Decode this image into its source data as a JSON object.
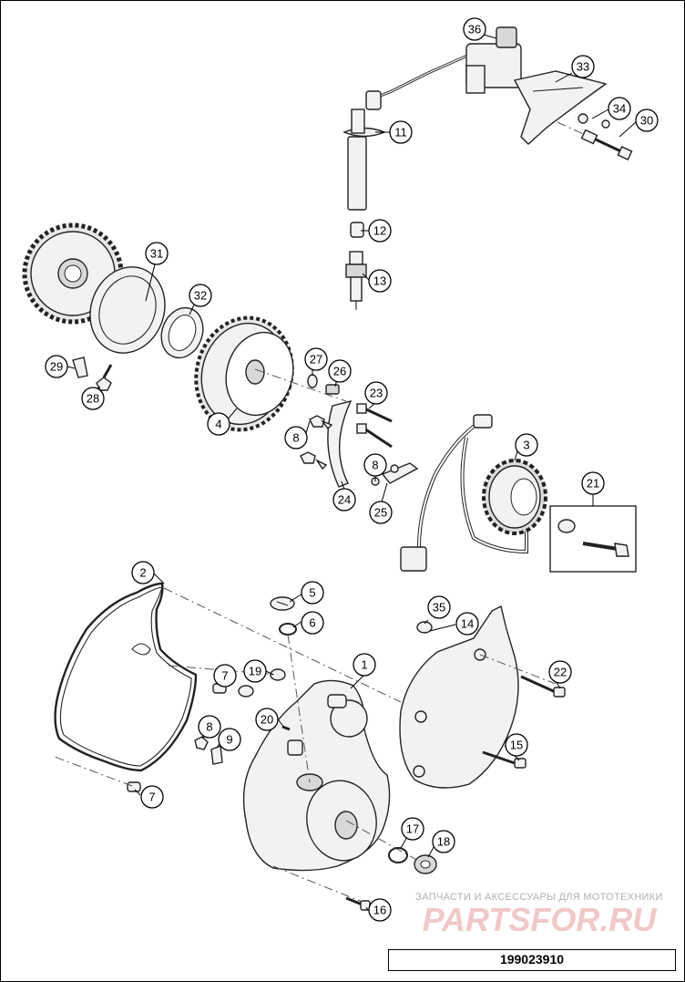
{
  "drawing_number": "199023910",
  "watermark": {
    "caption": "ЗАПЧАСТИ И АКСЕССУАРЫ ДЛЯ МОТОТЕХНИКИ",
    "logo": "PARTSFOR.RU"
  },
  "callouts": [
    {
      "id": "p36",
      "label": "36"
    },
    {
      "id": "p33",
      "label": "33"
    },
    {
      "id": "p34",
      "label": "34"
    },
    {
      "id": "p30",
      "label": "30"
    },
    {
      "id": "p11",
      "label": "11"
    },
    {
      "id": "p12",
      "label": "12"
    },
    {
      "id": "p13",
      "label": "13"
    },
    {
      "id": "p31",
      "label": "31"
    },
    {
      "id": "p32",
      "label": "32"
    },
    {
      "id": "p29",
      "label": "29"
    },
    {
      "id": "p28",
      "label": "28"
    },
    {
      "id": "p27",
      "label": "27"
    },
    {
      "id": "p26",
      "label": "26"
    },
    {
      "id": "p23",
      "label": "23"
    },
    {
      "id": "p4",
      "label": "4"
    },
    {
      "id": "p8a",
      "label": "8"
    },
    {
      "id": "p3",
      "label": "3"
    },
    {
      "id": "p8b",
      "label": "8"
    },
    {
      "id": "p24",
      "label": "24"
    },
    {
      "id": "p25",
      "label": "25"
    },
    {
      "id": "p21",
      "label": "21"
    },
    {
      "id": "p2",
      "label": "2"
    },
    {
      "id": "p5",
      "label": "5"
    },
    {
      "id": "p6",
      "label": "6"
    },
    {
      "id": "p35",
      "label": "35"
    },
    {
      "id": "p14",
      "label": "14"
    },
    {
      "id": "p1",
      "label": "1"
    },
    {
      "id": "p19",
      "label": "19"
    },
    {
      "id": "p7a",
      "label": "7"
    },
    {
      "id": "p22",
      "label": "22"
    },
    {
      "id": "p20",
      "label": "20"
    },
    {
      "id": "p8c",
      "label": "8"
    },
    {
      "id": "p9",
      "label": "9"
    },
    {
      "id": "p15",
      "label": "15"
    },
    {
      "id": "p7b",
      "label": "7"
    },
    {
      "id": "p17",
      "label": "17"
    },
    {
      "id": "p18",
      "label": "18"
    },
    {
      "id": "p16",
      "label": "16"
    }
  ]
}
